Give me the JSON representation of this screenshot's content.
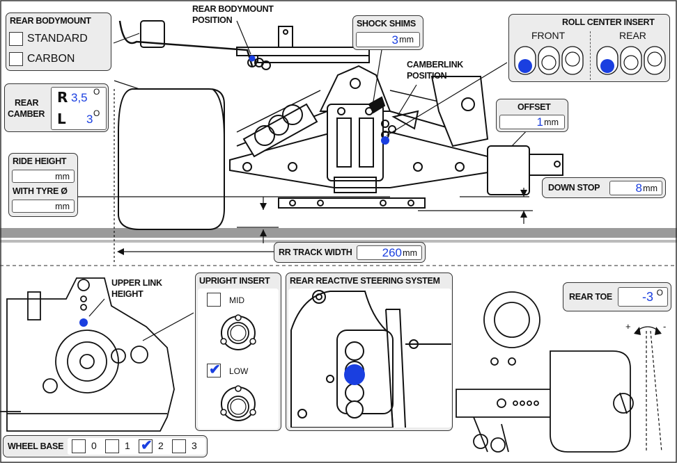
{
  "top": {
    "rear_bodymount": {
      "title": "REAR BODYMOUNT",
      "options": [
        {
          "label": "STANDARD",
          "checked": false
        },
        {
          "label": "CARBON",
          "checked": false
        }
      ]
    },
    "rear_bodymount_position": {
      "line1": "REAR BODYMOUNT",
      "line2": "POSITION"
    },
    "shock_shims": {
      "title": "SHOCK SHIMS",
      "value": "3",
      "unit": "mm"
    },
    "camberlink_position": {
      "line1": "CAMBERLINK",
      "line2": "POSITION"
    },
    "roll_center_insert": {
      "title": "ROLL CENTER INSERT",
      "front_label": "FRONT",
      "rear_label": "REAR",
      "front_selected_index": 0,
      "rear_selected_index": 0
    },
    "rear_camber": {
      "title_line1": "REAR",
      "title_line2": "CAMBER",
      "r_label": "R",
      "r_value": "3,5",
      "l_label": "L",
      "l_value": "3",
      "degree": "O"
    },
    "offset": {
      "title": "OFFSET",
      "value": "1",
      "unit": "mm"
    },
    "ride_height": {
      "title": "RIDE HEIGHT",
      "value": "",
      "unit": "mm",
      "tyre_title": "WITH TYRE Ø",
      "tyre_value": "",
      "tyre_unit": "mm"
    },
    "down_stop": {
      "title": "DOWN STOP",
      "value": "8",
      "unit": "mm"
    },
    "rr_track_width": {
      "title": "RR TRACK WIDTH",
      "value": "260",
      "unit": "mm"
    }
  },
  "bottom": {
    "upper_link_height": {
      "line1": "UPPER LINK",
      "line2": "HEIGHT"
    },
    "upright_insert": {
      "title": "UPRIGHT INSERT",
      "options": [
        {
          "label": "MID",
          "checked": false
        },
        {
          "label": "LOW",
          "checked": true
        }
      ]
    },
    "rear_reactive_steering": {
      "title": "REAR REACTIVE STEERING SYSTEM"
    },
    "rear_toe": {
      "title": "REAR TOE",
      "value": "-3",
      "degree": "O",
      "plus": "+",
      "minus": "-"
    },
    "wheel_base": {
      "title": "WHEEL BASE",
      "options": [
        {
          "label": "0",
          "checked": false
        },
        {
          "label": "1",
          "checked": false
        },
        {
          "label": "2",
          "checked": true
        },
        {
          "label": "3",
          "checked": false
        }
      ]
    }
  },
  "colors": {
    "accent_blue": "#1a3fe0",
    "panel_gray": "#ececec",
    "ground_gray": "#9a9a9a"
  },
  "check_glyph": "✔"
}
